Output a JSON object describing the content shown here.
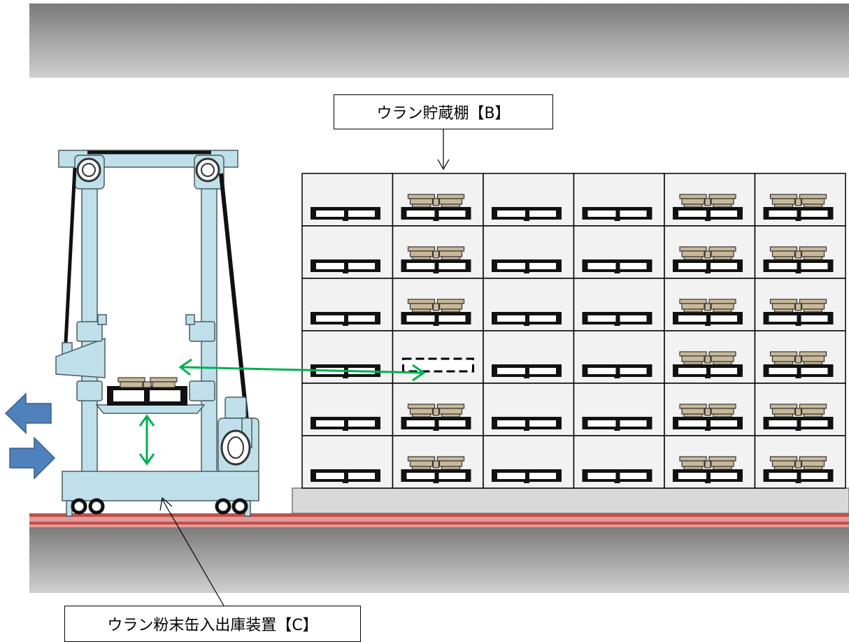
{
  "labels": {
    "storage_rack": "ウラン貯蔵棚【B】",
    "transfer_device": "ウラン粉末缶入出庫装置【C】"
  },
  "rack": {
    "columns": 6,
    "rows": 6,
    "cans_present": [
      [
        false,
        true,
        false,
        false,
        true,
        true
      ],
      [
        false,
        true,
        false,
        false,
        true,
        true
      ],
      [
        false,
        true,
        false,
        false,
        true,
        true
      ],
      [
        false,
        false,
        false,
        false,
        true,
        true
      ],
      [
        false,
        true,
        false,
        false,
        true,
        true
      ],
      [
        false,
        true,
        false,
        false,
        true,
        true
      ]
    ],
    "empty_slot_dashed": {
      "row": 3,
      "col": 1
    }
  },
  "colors": {
    "ceiling_gradient_dark": "#7a7a7a",
    "ceiling_gradient_light": "#cfcfcf",
    "machine_fill": "#bfe0ea",
    "rail_red": "#c0504d",
    "can_fill": "#c8b99a",
    "arrow_green": "#00b050",
    "arrow_blue": "#4f81bd",
    "rack_cell": "#f2f2f2"
  },
  "icons": {
    "left_arrow": "arrow-left-icon",
    "right_arrow": "arrow-right-icon",
    "horizontal_move": "double-arrow-horizontal-icon",
    "vertical_move": "double-arrow-vertical-icon"
  }
}
